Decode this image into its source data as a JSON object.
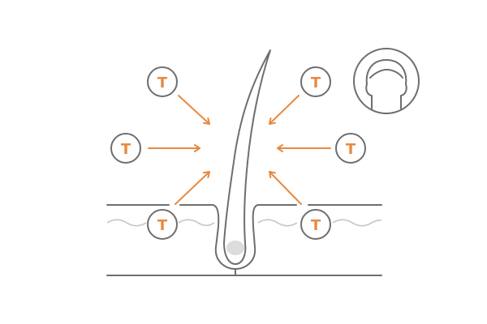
{
  "colors": {
    "background": "#ffffff",
    "line": "#6d6e71",
    "accent": "#e8893f",
    "wave": "#c9c9c9",
    "bulb": "#dcdcdc"
  },
  "markers": [
    {
      "id": "top-left",
      "letter": "T"
    },
    {
      "id": "top-right",
      "letter": "T"
    },
    {
      "id": "mid-left",
      "letter": "T"
    },
    {
      "id": "mid-right",
      "letter": "T"
    },
    {
      "id": "bottom-left",
      "letter": "T"
    },
    {
      "id": "bottom-right",
      "letter": "T"
    }
  ],
  "icons": {
    "head": "head-silhouette-icon",
    "arrow": "arrow-icon"
  }
}
